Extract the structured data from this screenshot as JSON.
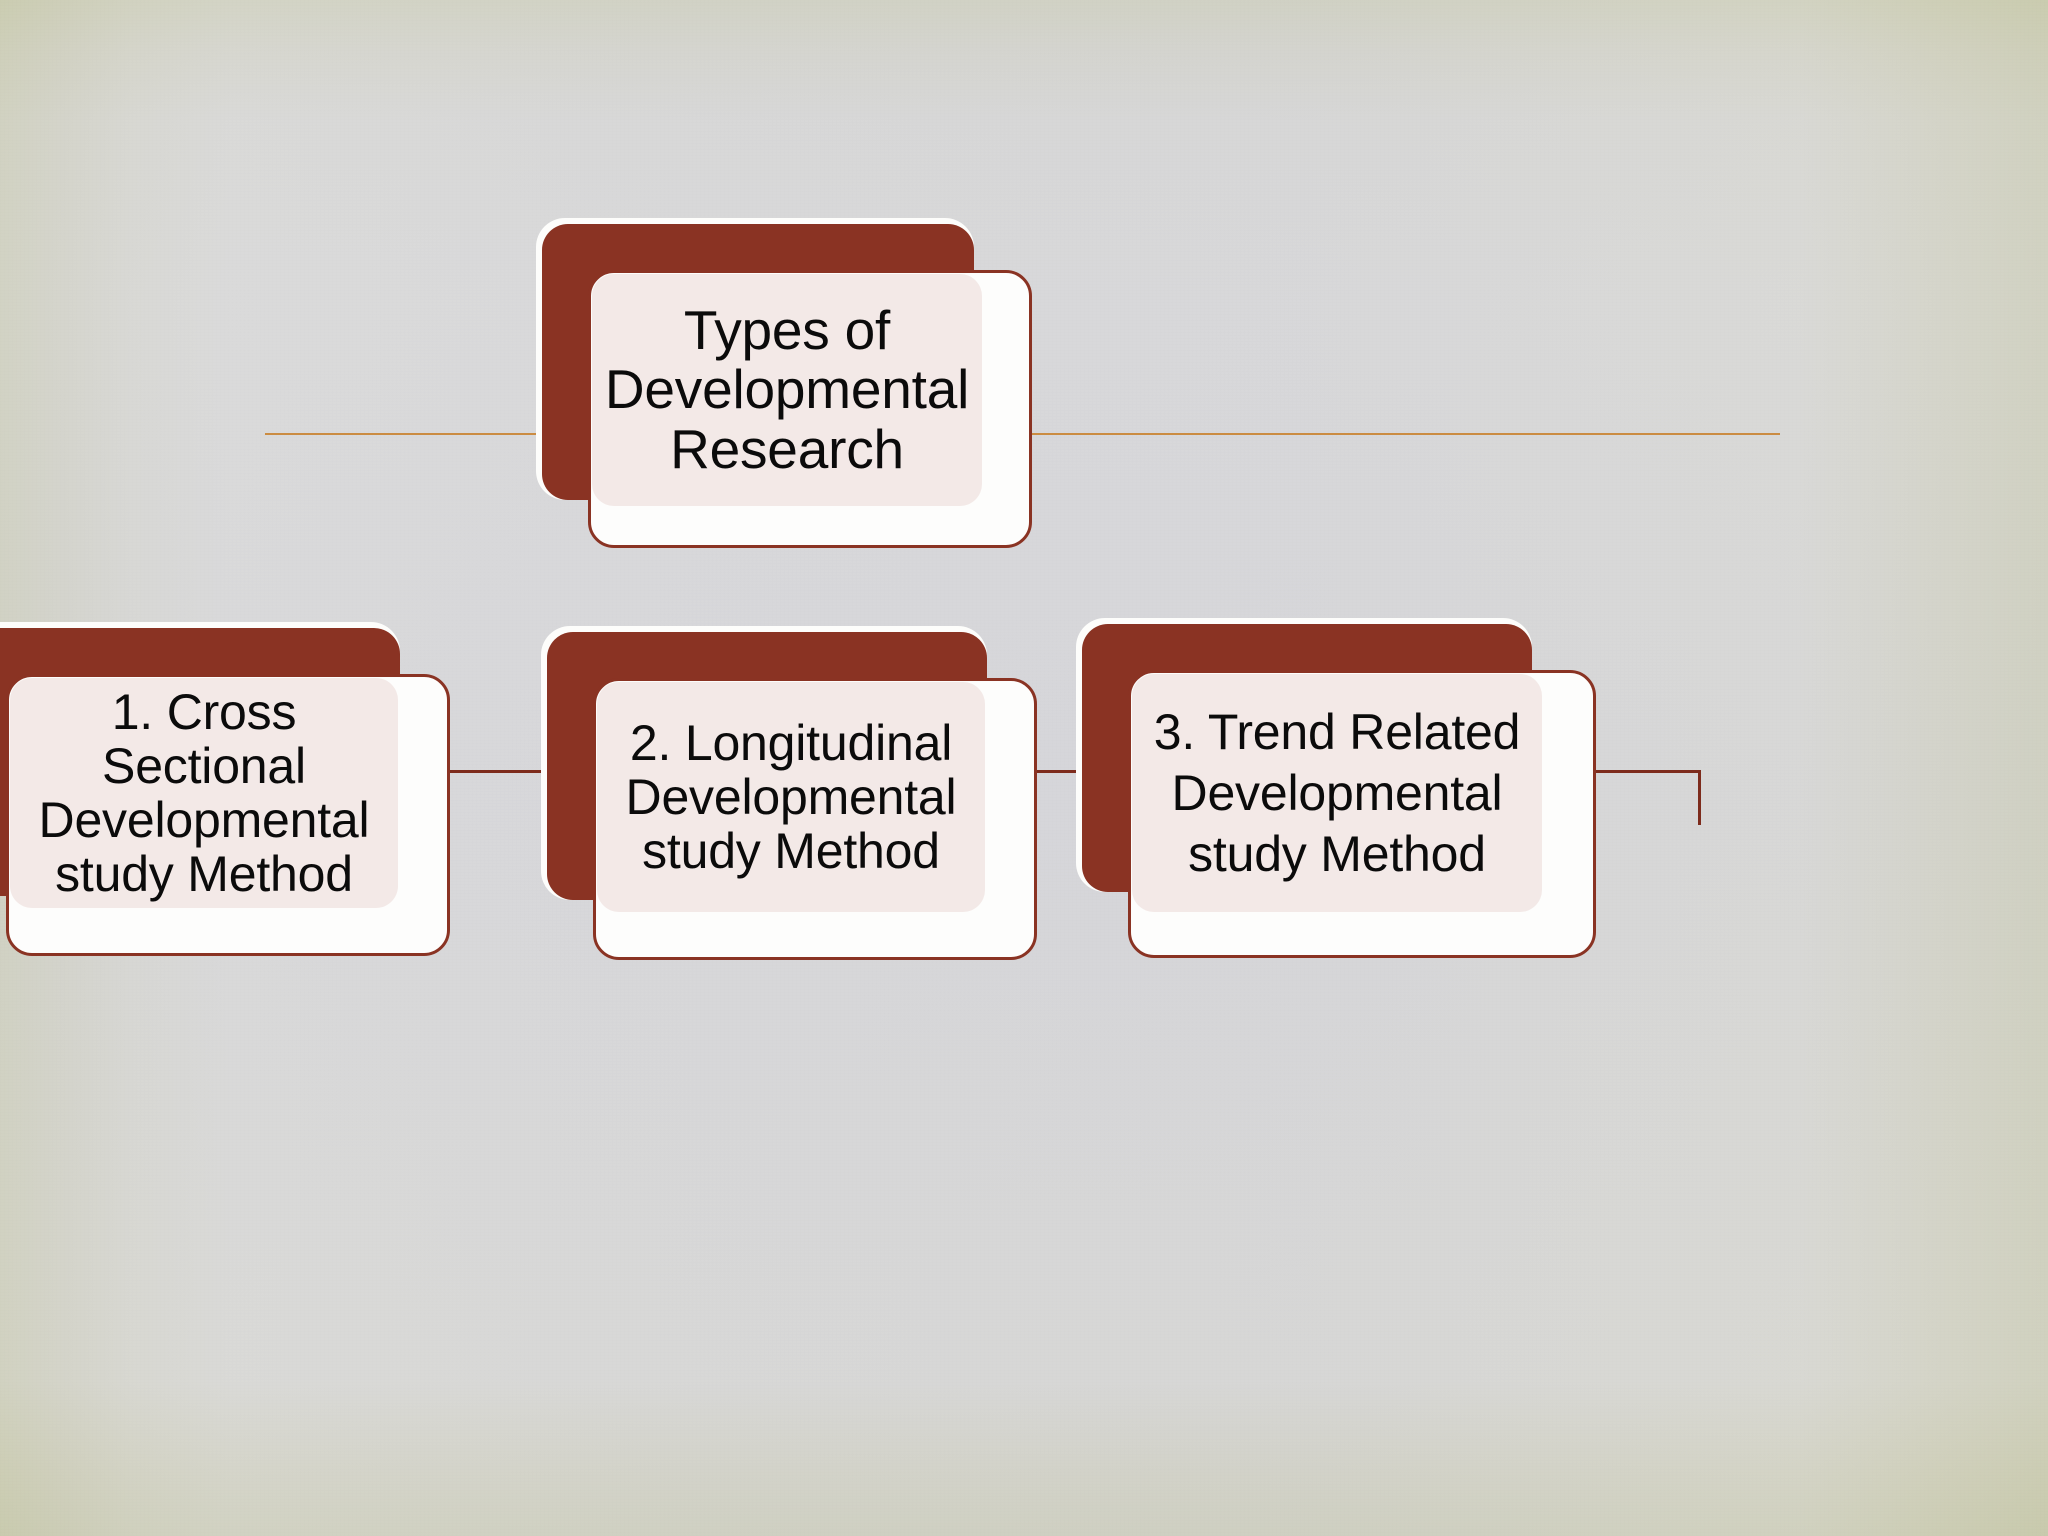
{
  "slide": {
    "kind": "organization-chart",
    "background_edge_color": "#e3e4d4",
    "background_center_color": "#ececec",
    "accent_rule_color": "#cb8c42",
    "node_shadow_color": "#8a3323",
    "node_face_color": "#f3e9e7",
    "node_outline_color": "#8a3323",
    "connector_color": "#7d2b1c",
    "text_color": "#0b0b0b"
  },
  "chart_data": {
    "type": "diagram",
    "layout": "hierarchy-tree",
    "root": {
      "id": "root",
      "label": "Types of\nDevelopmental\nResearch"
    },
    "children": [
      {
        "id": "child-1",
        "number": "1.",
        "label": "1. Cross\nSectional\nDevelopmental\nstudy Method"
      },
      {
        "id": "child-2",
        "number": "2.",
        "label": "2. Longitudinal\nDevelopmental\nstudy Method"
      },
      {
        "id": "child-3",
        "number": "3.",
        "label": "3. Trend Related\nDevelopmental\nstudy Method"
      }
    ]
  }
}
